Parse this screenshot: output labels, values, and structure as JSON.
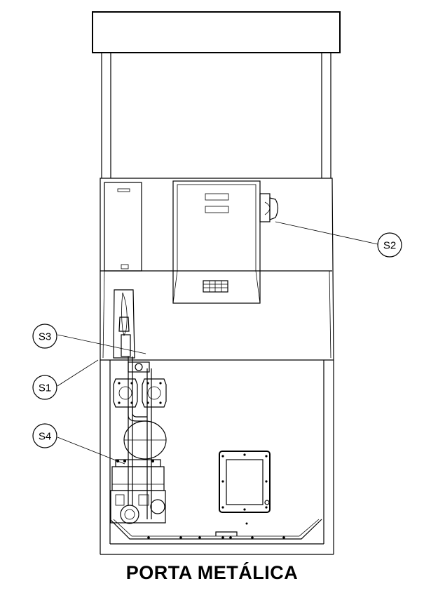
{
  "caption": "PORTA METÁLICA",
  "callouts": {
    "s1": "S1",
    "s2": "S2",
    "s3": "S3",
    "s4": "S4"
  }
}
